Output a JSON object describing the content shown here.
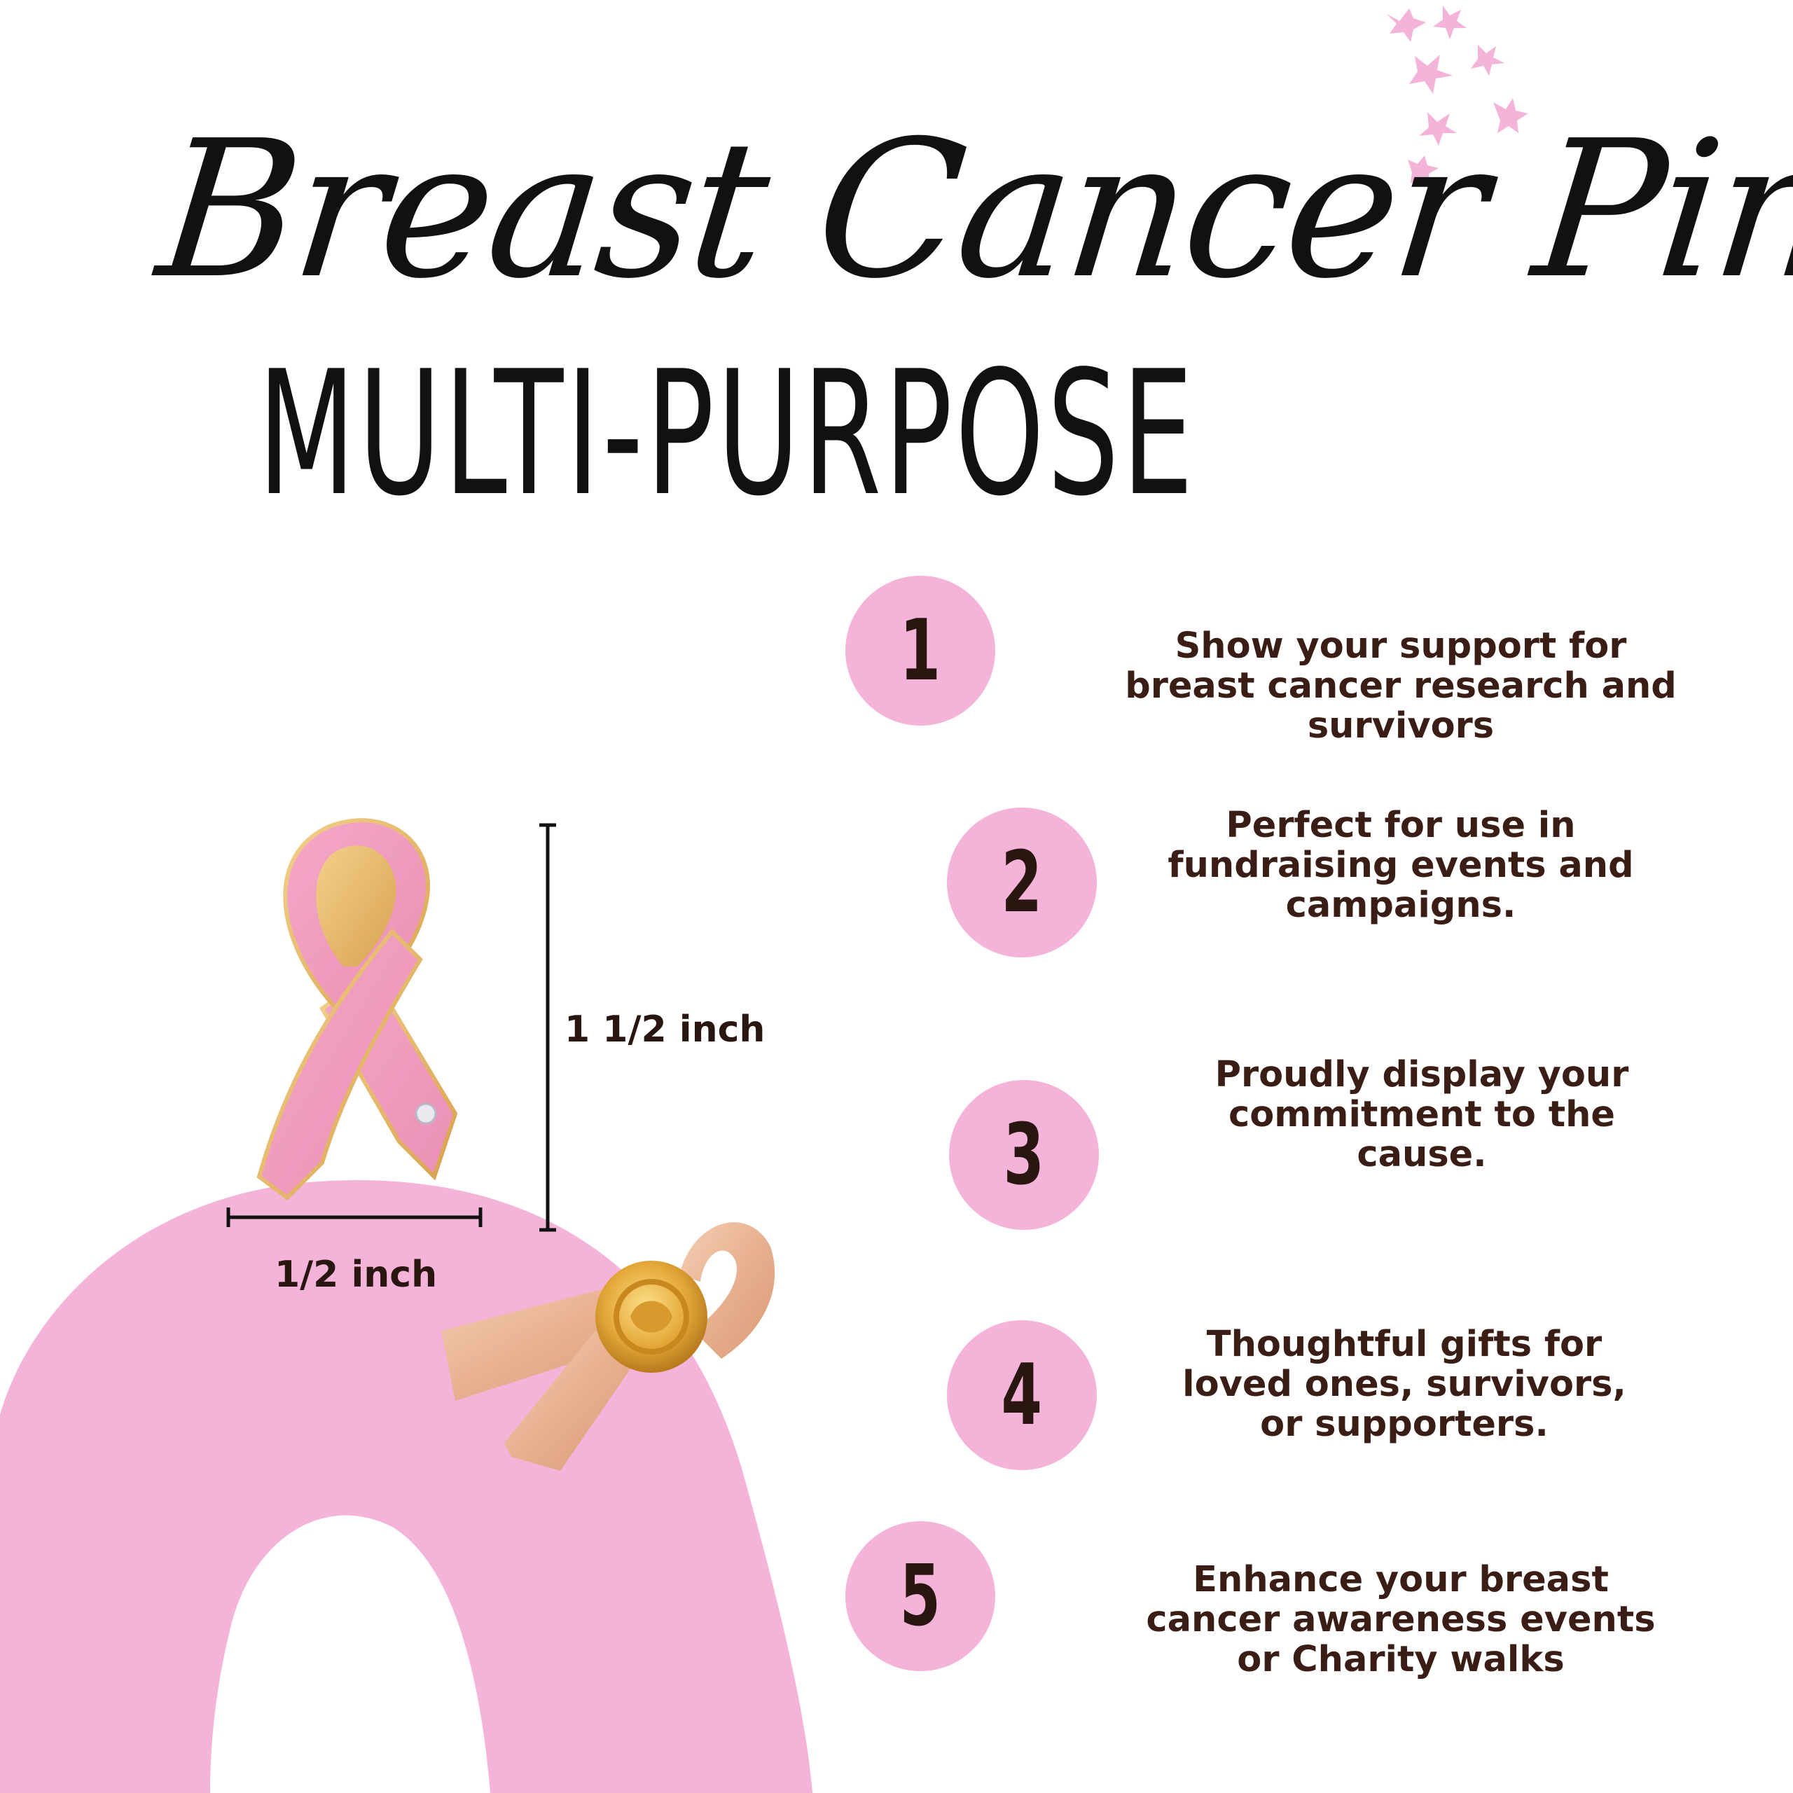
{
  "header": {
    "script_title": "Breast Cancer Pin",
    "caps_title": "MULTI-PURPOSE"
  },
  "product": {
    "height_label": "1  1/2 inch",
    "width_label": "1/2 inch"
  },
  "features": [
    {
      "number": "1",
      "text_lines": [
        "Show your support for",
        "breast cancer research and",
        "survivors"
      ]
    },
    {
      "number": "2",
      "text_lines": [
        "Perfect for use in",
        "fundraising events and",
        "campaigns."
      ]
    },
    {
      "number": "3",
      "text_lines": [
        "Proudly display your",
        "commitment to the",
        "cause."
      ]
    },
    {
      "number": "4",
      "text_lines": [
        "Thoughtful gifts for",
        "loved ones, survivors,",
        "or supporters."
      ]
    },
    {
      "number": "5",
      "text_lines": [
        "Enhance your breast",
        "cancer awareness events",
        "or Charity walks"
      ]
    }
  ],
  "colors": {
    "accent_pink": "#f4b3d9",
    "text_dark": "#3a1e16",
    "gold": "#e7b76a"
  }
}
